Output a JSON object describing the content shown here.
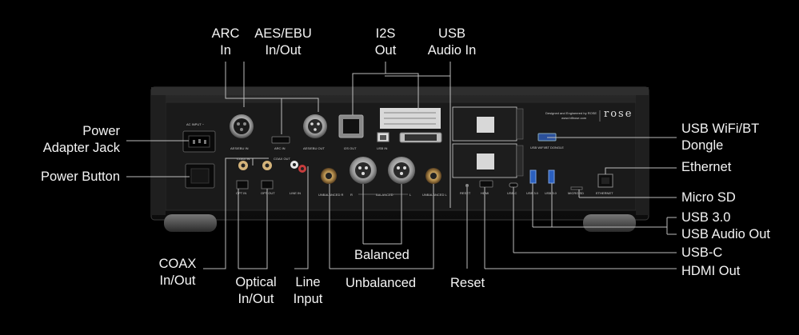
{
  "callouts": {
    "arc_in": [
      "ARC",
      "In"
    ],
    "aes_ebu": [
      "AES/EBU",
      "In/Out"
    ],
    "i2s_out": [
      "I2S",
      "Out"
    ],
    "usb_audio_in": [
      "USB",
      "Audio In"
    ],
    "power_adapter_jack": [
      "Power",
      "Adapter Jack"
    ],
    "power_button": "Power Button",
    "coax": [
      "COAX",
      "In/Out"
    ],
    "optical": [
      "Optical",
      "In/Out"
    ],
    "line_input": [
      "Line",
      "Input"
    ],
    "balanced": "Balanced",
    "unbalanced": "Unbalanced",
    "reset": "Reset",
    "usb_wifi_bt": [
      "USB WiFi/BT",
      "Dongle"
    ],
    "ethernet": "Ethernet",
    "micro_sd": "Micro SD",
    "usb30": [
      "USB 3.0",
      "USB Audio Out"
    ],
    "usb_c": "USB-C",
    "hdmi_out": "HDMI Out"
  },
  "panel_print": {
    "ac_input": "AC INPUT ~",
    "aes_in": "AES/EBU IN",
    "arc_in": "ARC IN",
    "aes_out": "AES/EBU OUT",
    "i2s_out": "I2S OUT",
    "usb_in": "USB IN",
    "coax_in": "COAX IN",
    "coax_out": "COAX OUT",
    "opt_in": "OPT IN",
    "opt_out": "OPT OUT",
    "line_in": "LINE IN",
    "unbalanced_r": "UNBALANCED R",
    "balanced": "BALANCED",
    "r": "R",
    "l": "L",
    "unbalanced_l": "UNBALANCED L",
    "reset": "RESET",
    "hdmi": "HDMI",
    "usb_c": "USB-C",
    "usb30_a": "USB 3.0",
    "usb30_b": "USB 3.0",
    "micro_sd": "MICRO SD",
    "ethernet": "ETHERNET",
    "wifi_bt": "USB WIFI/BT DONGLE",
    "designed": "Designed and Engineered by ROSE",
    "website": "www.hifirose.com",
    "brand": "rose"
  },
  "colors": {
    "background": "#000000",
    "panel": "#141414",
    "leader": "#bdbdbd",
    "text": "#f4f4f4"
  }
}
